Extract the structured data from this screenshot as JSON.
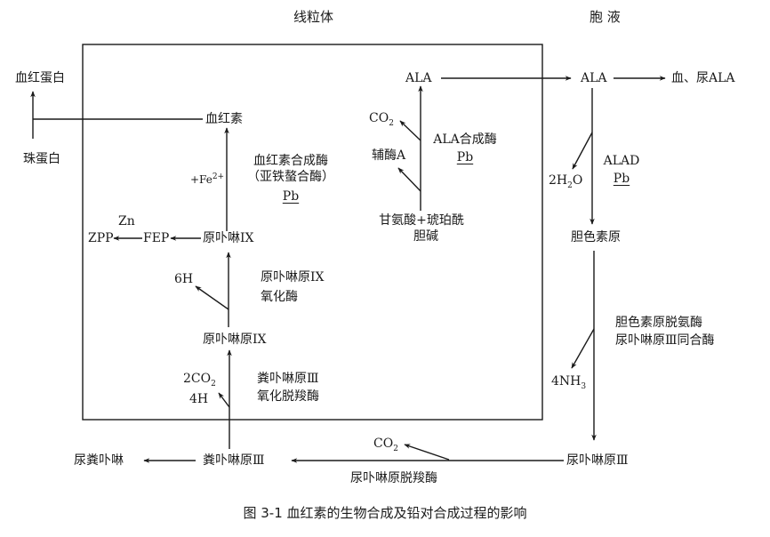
{
  "regions": {
    "mitochondria": "线粒体",
    "cytosol": "胞 液"
  },
  "nodes": {
    "hemoglobin": "血红蛋白",
    "globin": "珠蛋白",
    "heme": "血红素",
    "fe": "+Fe",
    "fe_charge": "2+",
    "ferrochelatase_1": "血红素合成酶",
    "ferrochelatase_2": "（亚铁螯合酶）",
    "pb_heme": "Pb",
    "zn": "Zn",
    "zpp": "ZPP",
    "fep": "FEP",
    "protoporphyrin_ix": "原卟啉IX",
    "six_h": "6H",
    "ppo_enzyme_1": "原卟啉原IX",
    "ppo_enzyme_2": "氧化酶",
    "protoporphyrinogen_ix": "原卟啉原IX",
    "two_co2": "2CO",
    "two_co2_sub": "2",
    "four_h": "4H",
    "cpo_enzyme_1": "粪卟啉原Ⅲ",
    "cpo_enzyme_2": "氧化脱羧酶",
    "ala_mito": "ALA",
    "co2_mito": "CO",
    "co2_mito_sub": "2",
    "coa": "辅酶A",
    "alas_enzyme": "ALA合成酶",
    "pb_alas": "Pb",
    "glycine_1": "甘氨酸+琥珀酰",
    "glycine_2": "胆碱",
    "ala_cyto": "ALA",
    "blood_urine_ala": "血、尿ALA",
    "h2o": "2H",
    "h2o_sub": "2",
    "h2o_o": "O",
    "alad": "ALAD",
    "pb_alad": "Pb",
    "porphobilinogen": "胆色素原",
    "pbgd_enzyme_1": "胆色素原脱氨酶",
    "pbgd_enzyme_2": "尿卟啉原Ⅲ同合酶",
    "nh3": "4NH",
    "nh3_sub": "3",
    "uroporphyrinogen_iii": "尿卟啉原Ⅲ",
    "co2_bottom": "CO",
    "co2_bottom_sub": "2",
    "urod_enzyme": "尿卟啉原脱羧酶",
    "coproporphyrinogen_iii": "粪卟啉原Ⅲ",
    "urinary_coproporphyrin": "尿粪卟啉"
  },
  "caption": "图 3-1   血红素的生物合成及铅对合成过程的影响"
}
